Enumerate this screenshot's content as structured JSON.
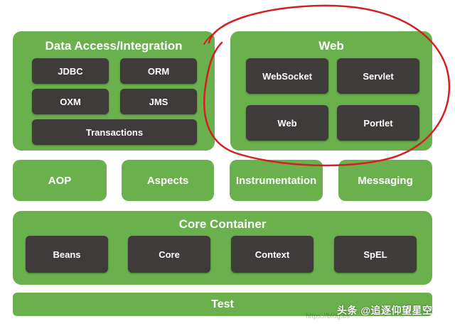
{
  "data_access": {
    "title": "Data Access/Integration",
    "jdbc": "JDBC",
    "orm": "ORM",
    "oxm": "OXM",
    "jms": "JMS",
    "transactions": "Transactions"
  },
  "web": {
    "title": "Web",
    "websocket": "WebSocket",
    "servlet": "Servlet",
    "web": "Web",
    "portlet": "Portlet"
  },
  "middle": {
    "aop": "AOP",
    "aspects": "Aspects",
    "instrumentation": "Instrumentation",
    "messaging": "Messaging"
  },
  "core_container": {
    "title": "Core Container",
    "beans": "Beans",
    "core": "Core",
    "context": "Context",
    "spel": "SpEL"
  },
  "test": "Test",
  "watermark": "头条 @追逐仰望星空",
  "watermark_url": "https://blog.cs",
  "colors": {
    "group_green": "#6ab04c",
    "module_dark": "#3f3b3a",
    "annotation_red": "#d42020"
  }
}
